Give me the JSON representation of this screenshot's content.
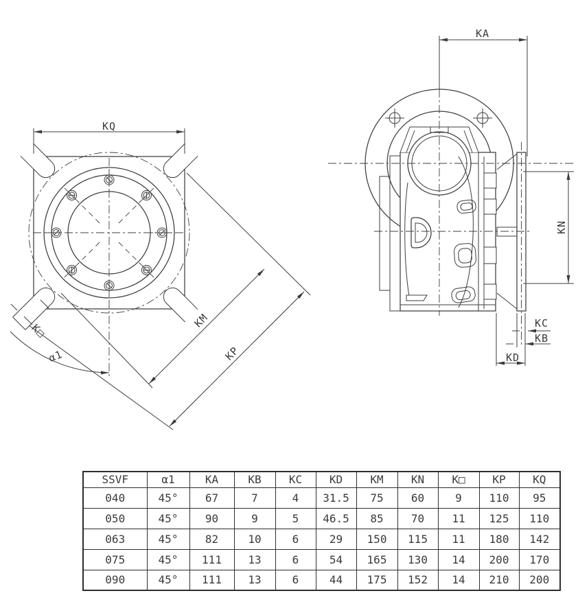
{
  "drawing": {
    "labels": {
      "kq": "KQ",
      "km": "KM",
      "kp": "KP",
      "k_square": "K□",
      "alpha1": "α1",
      "ka": "KA",
      "kn": "KN",
      "kc": "KC",
      "kb": "KB",
      "kd": "KD"
    }
  },
  "table": {
    "headers": [
      "SSVF",
      "α1",
      "KA",
      "KB",
      "KC",
      "KD",
      "KM",
      "KN",
      "K□",
      "KP",
      "KQ"
    ],
    "rows": [
      [
        "040",
        "45°",
        "67",
        "7",
        "4",
        "31.5",
        "75",
        "60",
        "9",
        "110",
        "95"
      ],
      [
        "050",
        "45°",
        "90",
        "9",
        "5",
        "46.5",
        "85",
        "70",
        "11",
        "125",
        "110"
      ],
      [
        "063",
        "45°",
        "82",
        "10",
        "6",
        "29",
        "150",
        "115",
        "11",
        "180",
        "142"
      ],
      [
        "075",
        "45°",
        "111",
        "13",
        "6",
        "54",
        "165",
        "130",
        "14",
        "200",
        "170"
      ],
      [
        "090",
        "45°",
        "111",
        "13",
        "6",
        "44",
        "175",
        "152",
        "14",
        "210",
        "200"
      ]
    ]
  }
}
